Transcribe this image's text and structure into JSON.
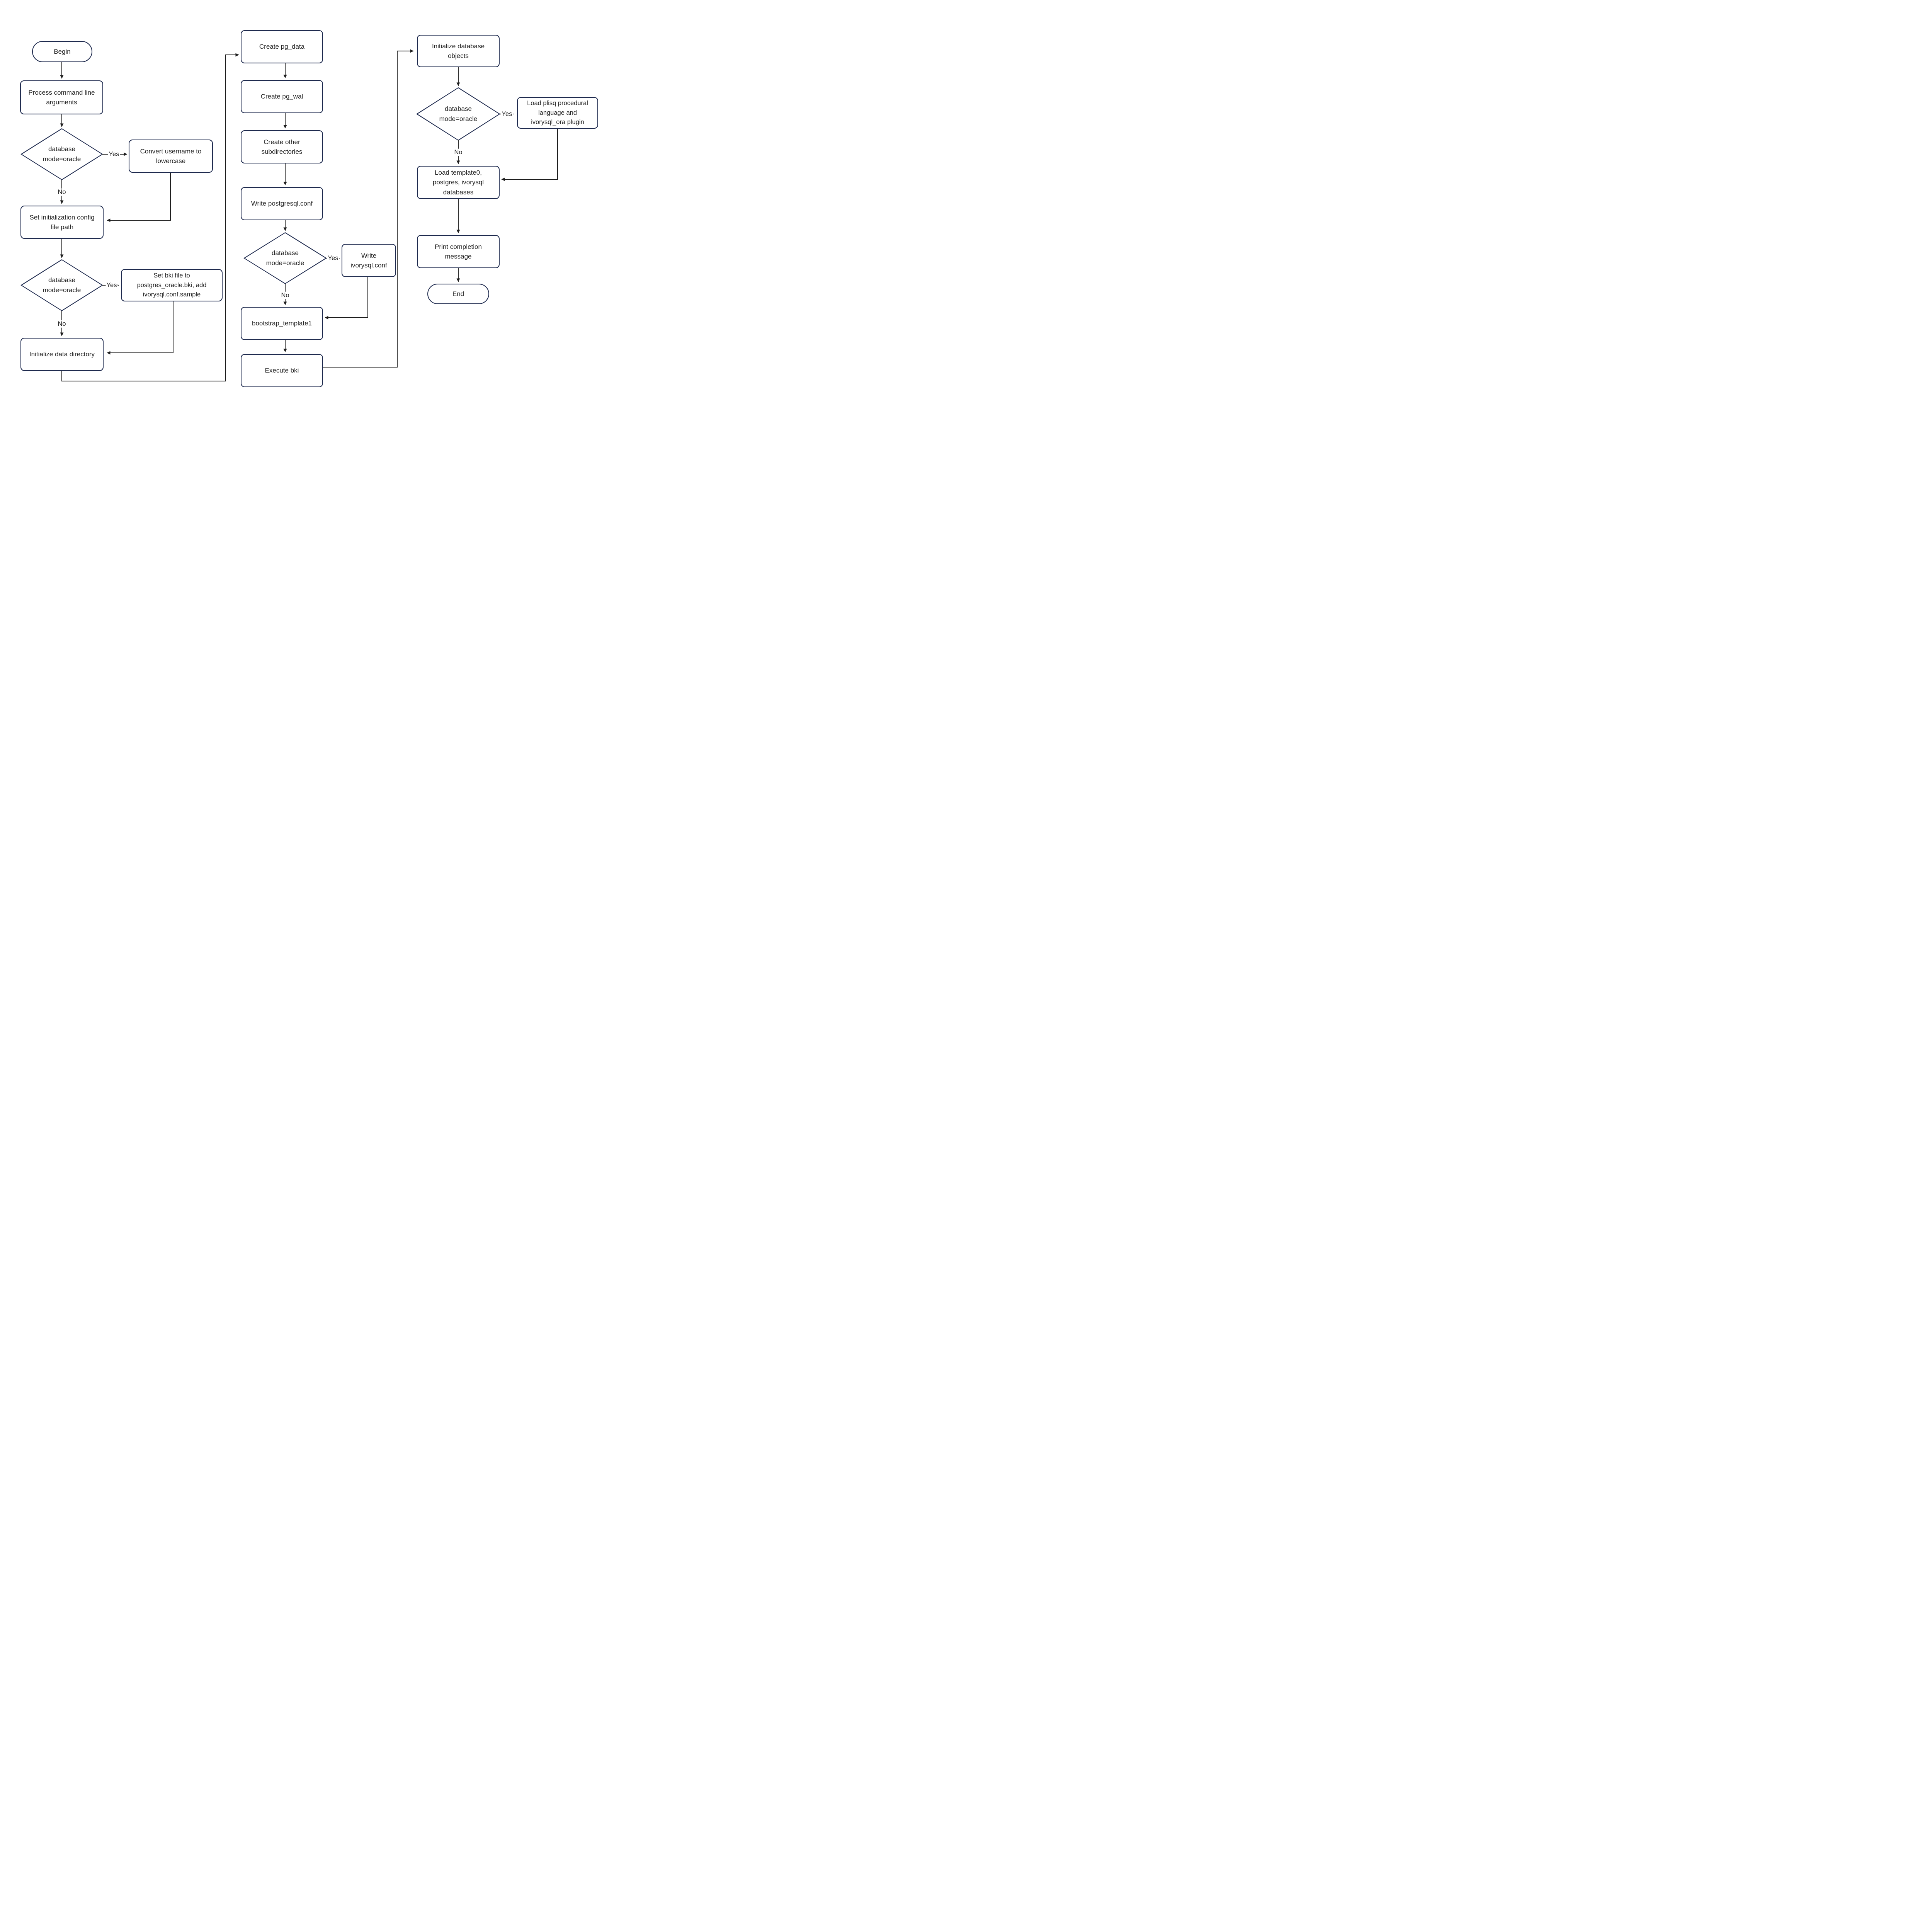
{
  "diagram": {
    "background": "#ffffff",
    "colors": {
      "node_border": "#1e2a4e",
      "edge_line": "#1d1d1d",
      "text": "#1f1f1f"
    },
    "labels": {
      "yes": "Yes",
      "no": "No"
    },
    "nodes": {
      "begin": {
        "label": "Begin",
        "shape": "terminator"
      },
      "process_args": {
        "label": "Process command line arguments",
        "shape": "process"
      },
      "decision_mode1": {
        "label": "database mode=oracle",
        "shape": "decision"
      },
      "convert_username": {
        "label": "Convert username to lowercase",
        "shape": "process"
      },
      "set_init_config": {
        "label": "Set initialization config file path",
        "shape": "process"
      },
      "decision_mode2": {
        "label": "database mode=oracle",
        "shape": "decision"
      },
      "set_bki_file": {
        "label": "Set bki file to postgres_oracle.bki, add ivorysql.conf.sample",
        "shape": "process"
      },
      "init_data_dir": {
        "label": "Initialize data directory",
        "shape": "process"
      },
      "create_pg_data": {
        "label": "Create pg_data",
        "shape": "process"
      },
      "create_pg_wal": {
        "label": "Create pg_wal",
        "shape": "process"
      },
      "create_other_subdirs": {
        "label": "Create other subdirectories",
        "shape": "process"
      },
      "write_postgresql_conf": {
        "label": "Write postgresql.conf",
        "shape": "process"
      },
      "decision_mode3": {
        "label": "database mode=oracle",
        "shape": "decision"
      },
      "write_ivorysql_conf": {
        "label": "Write ivorysql.conf",
        "shape": "process"
      },
      "bootstrap_template1": {
        "label": "bootstrap_template1",
        "shape": "process"
      },
      "execute_bki": {
        "label": "Execute bki",
        "shape": "process"
      },
      "init_db_objects": {
        "label": "Initialize database objects",
        "shape": "process"
      },
      "decision_mode4": {
        "label": "database mode=oracle",
        "shape": "decision"
      },
      "load_plisq_plugin": {
        "label": "Load plisq procedural language and ivorysql_ora plugin",
        "shape": "process"
      },
      "load_databases": {
        "label": "Load template0, postgres, ivorysql databases",
        "shape": "process"
      },
      "print_completion": {
        "label": "Print completion message",
        "shape": "process"
      },
      "end": {
        "label": "End",
        "shape": "terminator"
      }
    }
  }
}
